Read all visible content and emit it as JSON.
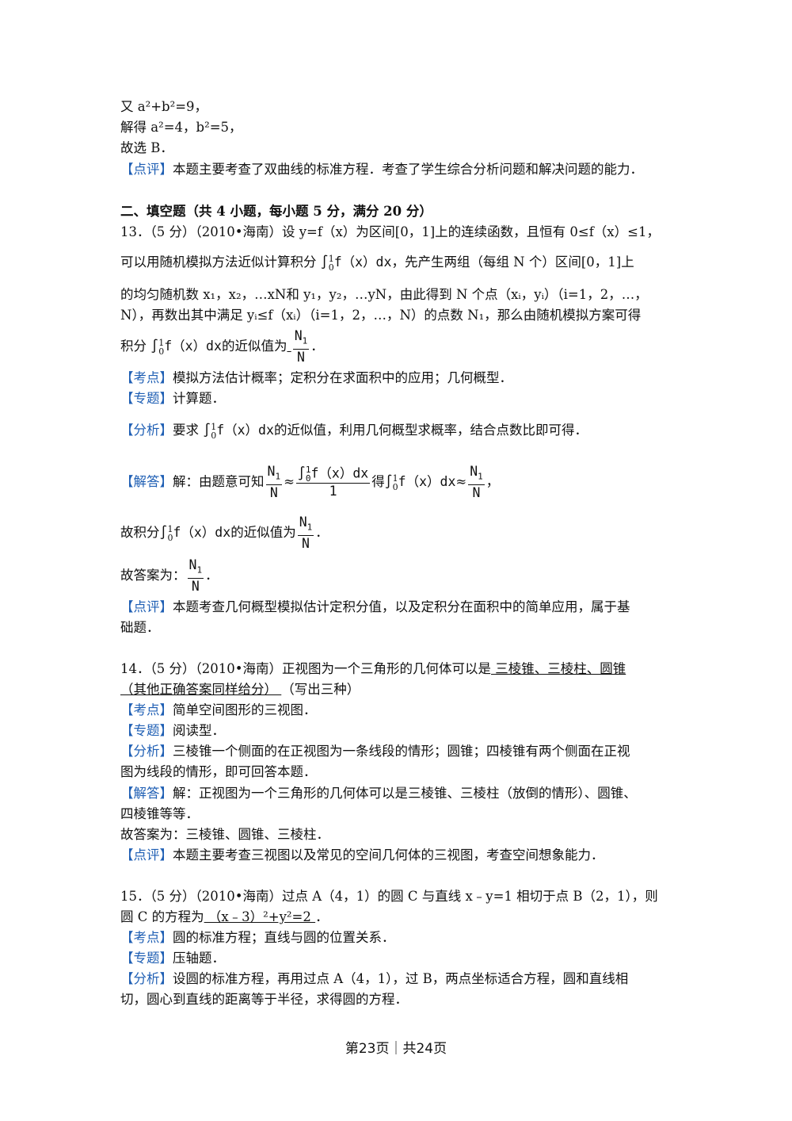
{
  "prev": {
    "line1": "又 a²+b²=9，",
    "line2": "解得 a²=4，b²=5，",
    "line3": "故选 B．",
    "comment_tag": "【点评】",
    "comment": "本题主要考查了双曲线的标准方程．考查了学生综合分析问题和解决问题的能力．"
  },
  "section_title": "二、填空题（共 4 小题，每小题 5 分，满分 20 分）",
  "q13": {
    "l1": "13．（5 分）（2010•海南）设 y=f（x）为区间[0，1]上的连续函数，且恒有 0≤f（x）≤1，",
    "l2a": "可以用随机模拟方法近似计算积分",
    "integral": "f（x）dx",
    "l2b": "，先产生两组（每组 N 个）区间[0，1]上",
    "l3": "的均匀随机数 x₁，x₂，…xN和 y₁，y₂，…yN，由此得到 N 个点（xᵢ，yᵢ）（i=1，2，…，",
    "l4": "N），再数出其中满足 yᵢ≤f（xᵢ）（i=1，2，…，N）的点数 N₁，那么由随机模拟方案可得",
    "l5a": "积分",
    "l5b": "的近似值为",
    "frac_num": "N",
    "frac_num_sub": "1",
    "frac_den": "N",
    "l5c": "．",
    "kaodian_tag": "【考点】",
    "kaodian": "模拟方法估计概率；定积分在求面积中的应用；几何概型．",
    "zhuanti_tag": "【专题】",
    "zhuanti": "计算题．",
    "fenxi_tag": "【分析】",
    "fenxi_a": "要求",
    "fenxi_b": "的近似值，利用几何概型求概率，结合点数比即可得．",
    "jieda_tag": "【解答】",
    "jieda_a": "解：由题意可知",
    "jieda_one": "1",
    "jieda_b": "得",
    "approx": "≈",
    "comma": "，",
    "gu_a": "故积分",
    "gu_b": "的近似值为",
    "period": "．",
    "answer_a": "故答案为：",
    "dianping_tag": "【点评】",
    "dianping1": "本题考查几何概型模拟估计定积分值，以及定积分在面积中的简单应用，属于基",
    "dianping2": "础题．",
    "lim_top": "1",
    "lim_bot": "0"
  },
  "q14": {
    "l1a": "14．（5 分）（2010•海南）正视图为一个三角形的几何体可以是",
    "ans1": "   三棱锥、三棱柱、圆锥",
    "ans2": "（其他正确答案同样给分）   ",
    "l2b": "（写出三种）",
    "kaodian_tag": "【考点】",
    "kaodian": "简单空间图形的三视图．",
    "zhuanti_tag": "【专题】",
    "zhuanti": "阅读型．",
    "fenxi_tag": "【分析】",
    "fenxi1": "三棱锥一个侧面的在正视图为一条线段的情形；圆锥；四棱锥有两个侧面在正视",
    "fenxi2": "图为线段的情形，即可回答本题．",
    "jieda_tag": "【解答】",
    "jieda1": "解：正视图为一个三角形的几何体可以是三棱锥、三棱柱（放倒的情形）、圆锥、",
    "jieda2": "四棱锥等等．",
    "answer": "故答案为：三棱锥、圆锥、三棱柱．",
    "dianping_tag": "【点评】",
    "dianping": "本题主要考查三视图以及常见的空间几何体的三视图，考查空间想象能力．"
  },
  "q15": {
    "l1": "15．（5 分）（2010•海南）过点 A（4，1）的圆 C 与直线 x﹣y=1 相切于点 B（2，1），则",
    "l2a": "圆 C 的方程为",
    "ans": "   （x﹣3）²+y²=2   ",
    "l2b": "．",
    "kaodian_tag": "【考点】",
    "kaodian": "圆的标准方程；直线与圆的位置关系．",
    "zhuanti_tag": "【专题】",
    "zhuanti": "压轴题．",
    "fenxi_tag": "【分析】",
    "fenxi1": "设圆的标准方程，再用过点 A（4，1），过 B，两点坐标适合方程，圆和直线相",
    "fenxi2": "切，圆心到直线的距离等于半径，求得圆的方程．"
  },
  "footer": "第23页｜共24页"
}
